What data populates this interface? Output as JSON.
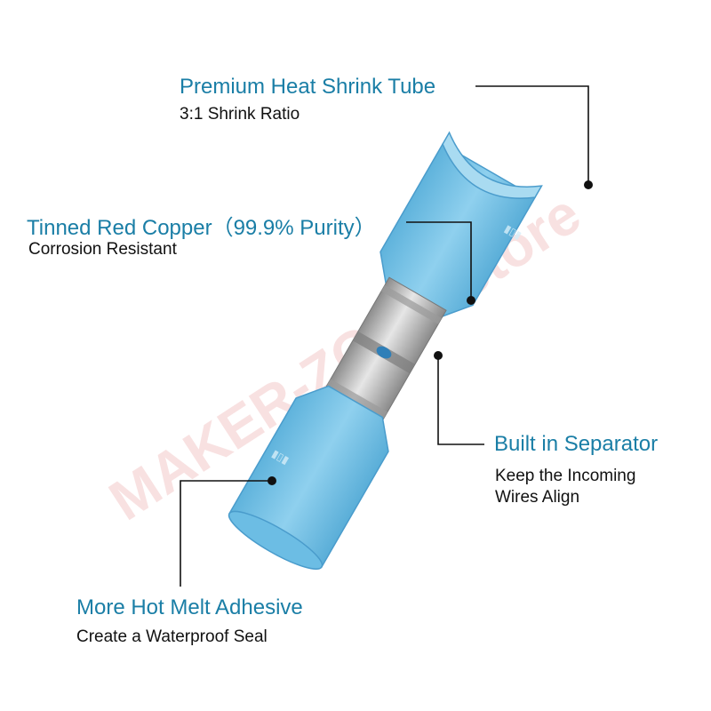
{
  "colors": {
    "title": "#1a7ea6",
    "subtitle": "#111111",
    "tube": "#7cc6e8",
    "tube_dark": "#4fa4cd",
    "metal": "#b9b9b9",
    "leader": "#111111",
    "watermark": "#f3c9c9"
  },
  "watermark": "MAKER-ZONE Store",
  "callouts": {
    "heat_shrink": {
      "title": "Premium Heat Shrink Tube",
      "subtitle": "3:1 Shrink Ratio"
    },
    "copper": {
      "title": "Tinned Red Copper（99.9% Purity）",
      "subtitle": "Corrosion Resistant"
    },
    "separator": {
      "title": "Built in Separator",
      "subtitle_line1": "Keep the Incoming",
      "subtitle_line2": "Wires Align"
    },
    "adhesive": {
      "title": "More Hot Melt Adhesive",
      "subtitle": "Create a Waterproof Seal"
    }
  }
}
